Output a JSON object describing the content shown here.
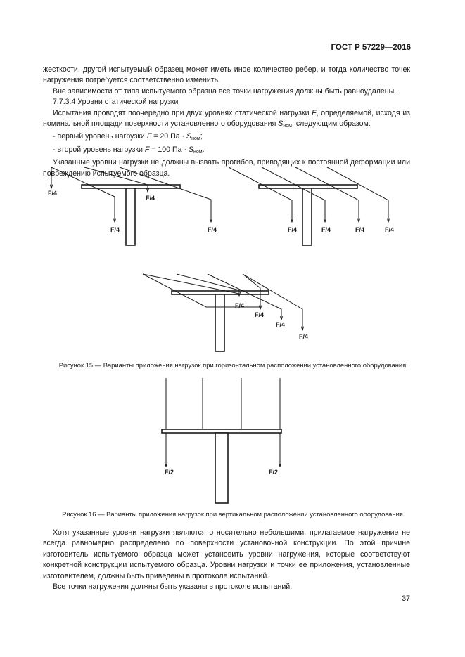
{
  "header": {
    "standard": "ГОСТ Р 57229—2016"
  },
  "paragraphs": {
    "p1": "жесткости, другой испытуемый образец может иметь иное количество ребер, и тогда количество точек нагружения потребуется соответственно изменить.",
    "p2": "Вне зависимости от типа испытуемого образца все точки нагружения должны быть равноудалены.",
    "section": "7.7.3.4 Уровни статической нагрузки",
    "p3_a": "Испытания проводят поочередно при двух уровнях статической нагрузки ",
    "p3_var": "F",
    "p3_b": ", определяемой, исходя из номинальной площади поверхности установленного оборудования ",
    "p3_s": "S",
    "p3_sub": "ном",
    "p3_c": ", следующим образом:",
    "li1_a": "-  первый уровень нагрузки ",
    "li1_f": "F",
    "li1_b": " = 20 Па · ",
    "li1_s": "S",
    "li1_sub": "ном",
    "li1_c": ";",
    "li2_a": "-  второй уровень нагрузки ",
    "li2_f": "F",
    "li2_b": " = 100 Па · ",
    "li2_s": "S",
    "li2_sub": "ном",
    "li2_c": ".",
    "p4": "Указанные уровни нагрузки не должны вызвать прогибов, приводящих к постоянной деформации или повреждению испытуемого образца."
  },
  "figure15": {
    "load_label": "F/4",
    "caption": "Рисунок 15 — Варианты приложения нагрузок при горизонтальном расположении установленного оборудования"
  },
  "figure16": {
    "load_label": "F/2",
    "caption": "Рисунок 16 — Варианты приложения нагрузок при вертикальном расположении установленного оборудования"
  },
  "closing": {
    "p5": "Хотя указанные уровни нагрузки являются относительно небольшими, прилагаемое нагружение не всегда равномерно распределено по поверхности установочной конструкции. По этой причине изготовитель испытуемого образца может установить уровни нагружения, которые соответствуют конкретной конструкции испытуемого образца. Уровни нагрузки и точки ее приложения, установленные изготовителем, должны быть приведены в протоколе испытаний.",
    "p6": "Все точки нагружения должны быть указаны в протоколе испытаний."
  },
  "page_number": "37"
}
